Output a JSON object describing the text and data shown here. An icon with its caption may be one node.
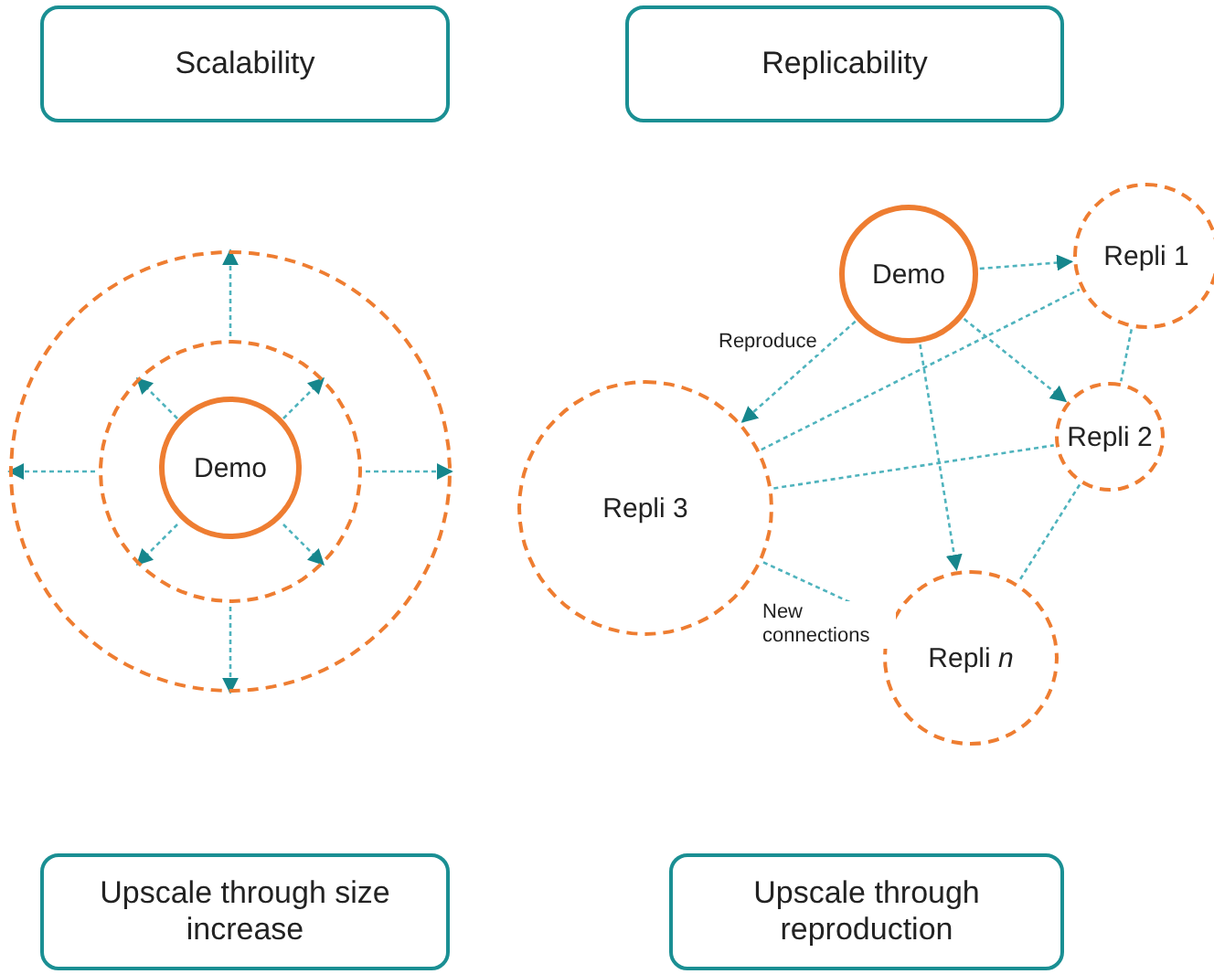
{
  "diagram": {
    "nodes": [
      {
        "text": [
          "Scalability"
        ]
      },
      {
        "text": [
          "Replicability"
        ]
      },
      {
        "text": [],
        "shape": "circle"
      },
      {
        "text": [],
        "shape": "circle",
        "in": 2
      },
      {
        "text": [
          "Demo"
        ],
        "in": 3
      },
      {
        "text": [
          "Demo"
        ]
      },
      {
        "text": [
          "Repli 1"
        ]
      },
      {
        "text": [
          "Repli 2"
        ]
      },
      {
        "text": [
          "Repli 3"
        ]
      },
      {
        "text": [
          "Repli *n*"
        ]
      },
      {
        "text": [
          "Upscale through size increase"
        ]
      },
      {
        "text": [
          "Upscale through reproduction"
        ]
      }
    ],
    "edges": [
      {
        "from": 4,
        "to": 3,
        "arrow": "to"
      },
      {
        "from": 4,
        "to": 3,
        "arrow": "to"
      },
      {
        "from": 4,
        "to": 3,
        "arrow": "to"
      },
      {
        "from": 4,
        "to": 3,
        "arrow": "to"
      },
      {
        "from": 3,
        "to": 2,
        "arrow": "to"
      },
      {
        "from": 3,
        "to": 2,
        "arrow": "to"
      },
      {
        "from": 3,
        "to": 2,
        "arrow": "to"
      },
      {
        "from": 3,
        "to": 2,
        "arrow": "to"
      },
      {
        "from": 5,
        "to": 6,
        "arrow": "to"
      },
      {
        "from": 5,
        "to": 7,
        "arrow": "to"
      },
      {
        "from": 5,
        "to": 9,
        "arrow": "to"
      },
      {
        "from": 5,
        "to": 8,
        "arrow": "to",
        "label": "Reproduce"
      },
      {
        "from": 8,
        "to": 6,
        "arrow": "none"
      },
      {
        "from": 8,
        "to": 7,
        "arrow": "none"
      },
      {
        "from": 6,
        "to": 7,
        "arrow": "none"
      },
      {
        "from": 7,
        "to": 9,
        "arrow": "none"
      },
      {
        "from": 8,
        "to": 9,
        "arrow": "none",
        "label": "New connections"
      }
    ]
  }
}
